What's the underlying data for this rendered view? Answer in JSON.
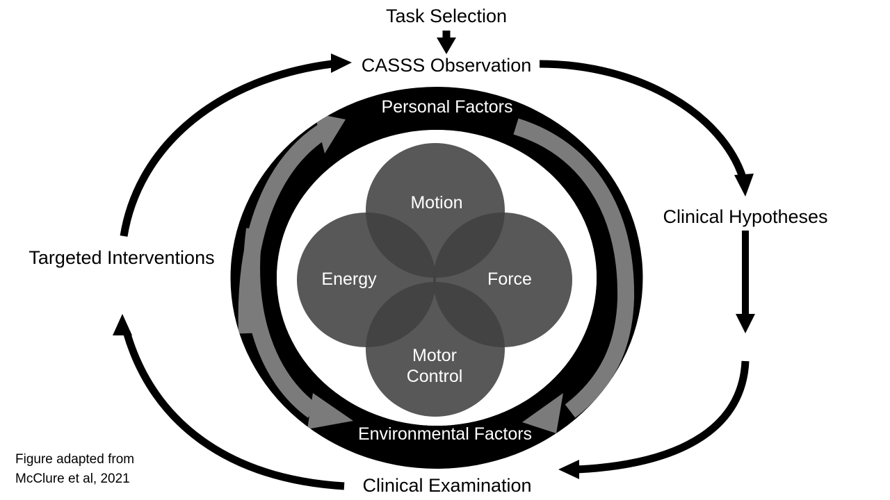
{
  "figure": {
    "credit_line_1": "Figure adapted from",
    "credit_line_2": "McClure et al, 2021",
    "credit": "Figure adapted from\nMcClure et al, 2021"
  },
  "colors": {
    "background": "#ffffff",
    "ring_black": "#000000",
    "ring_text": "#ffffff",
    "petal_gray": "#404040",
    "petal_overlap": "#1c1c1c",
    "inner_arrow_gray": "#808080",
    "outer_arrow_black": "#000000",
    "outer_text": "#000000"
  },
  "outer_cycle": {
    "entry_label": "Task Selection",
    "steps": [
      {
        "id": "casss-observation",
        "label": "CASSS Observation"
      },
      {
        "id": "clinical-hypotheses",
        "label": "Clinical Hypotheses"
      },
      {
        "id": "clinical-examination",
        "label": "Clinical Examination"
      },
      {
        "id": "targeted-interventions",
        "label": "Targeted Interventions"
      }
    ],
    "connectors": [
      {
        "id": "task-selection-down-arrow",
        "kind": "straight-arrow-down"
      },
      {
        "id": "observation-to-hypotheses-arc",
        "kind": "curved-arrow"
      },
      {
        "id": "hypotheses-to-examination-arrow",
        "kind": "straight-arrow-down"
      },
      {
        "id": "examination-to-interventions-arc",
        "kind": "curved-arrow"
      },
      {
        "id": "interventions-to-observation-arc",
        "kind": "curved-arrow"
      }
    ]
  },
  "ring": {
    "top_label": "Personal Factors",
    "bottom_label": "Environmental Factors",
    "inner_arrows": [
      {
        "id": "ring-arrow-top-left",
        "direction": "clockwise"
      },
      {
        "id": "ring-arrow-right",
        "direction": "clockwise"
      },
      {
        "id": "ring-arrow-bottom-left",
        "direction": "clockwise"
      }
    ]
  },
  "core": {
    "petals": [
      {
        "id": "motion",
        "label": "Motion",
        "position": "top"
      },
      {
        "id": "force",
        "label": "Force",
        "position": "right"
      },
      {
        "id": "motor-control",
        "label": "Motor\nControl",
        "label_line_1": "Motor",
        "label_line_2": "Control",
        "position": "bottom"
      },
      {
        "id": "energy",
        "label": "Energy",
        "position": "left"
      }
    ]
  }
}
